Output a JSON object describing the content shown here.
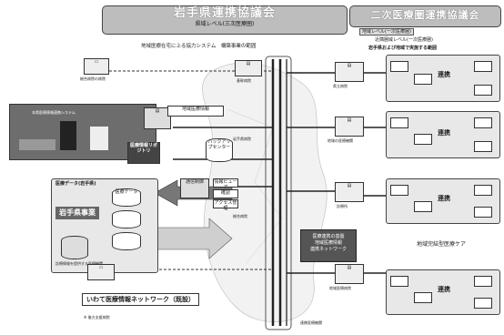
{
  "header": {
    "left_title": "岩手県運携協議会",
    "left_sub": "県域レベル(三次医療圏)",
    "right_title": "二次医療圏運携協議会",
    "right_sub1": "地域レベル(一次医療圏)",
    "right_sub2": "近隣圏域レベル(一次医療圏)",
    "system_label": "地域医療在宅に上る協力システム　構築事業の範囲",
    "right_scope": "岩手県および地域で実施する範囲"
  },
  "top_row": {
    "left_hospital": "総合病院の病院",
    "center_hospital": "基幹病院"
  },
  "center_hub": {
    "repository_title": "医療情報リポジトリ",
    "backup": "バックアップセンター",
    "label_top": "地域医療情報",
    "router": "通信制御",
    "data_ctr": "情報ビューア",
    "module": "確認",
    "portal": "アクセス管理"
  },
  "left_panel": {
    "photo_caption": "本県医療情報連携システム",
    "data_label": "医療データ(岩手県)",
    "project_label": "岩手県事業",
    "db_note": "医療データ",
    "bottom_note": "診療情報を提供する医療機関"
  },
  "nodes": {
    "n1": "県立病院",
    "n2": "地域の医療機関",
    "n3": "診療所",
    "n4": "地域医療病院",
    "n5": "岩手県病院",
    "n6": "総合病院"
  },
  "clusters": {
    "c1_center": "連携",
    "c2_center": "連携",
    "c3_center": "連携",
    "c4_center": "連携",
    "c3_caption": "地域完結型医療ケア"
  },
  "callout": {
    "line1": "医療連携の基盤",
    "line2": "地域医療情報",
    "line3": "連携ネットワーク"
  },
  "bottom": {
    "network_label": "いわて医療情報ネットワーク（既設）",
    "footnote": "※ 後方支援病院",
    "scale_note": "連携医療機関"
  },
  "colors": {
    "header_fill": "#bdbdbd",
    "line_dark": "#333333",
    "panel_fill": "#e8e8e8"
  }
}
